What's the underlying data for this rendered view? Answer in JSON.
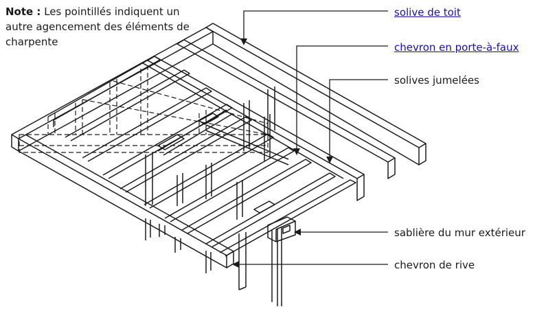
{
  "note": {
    "heading": "Note :",
    "text": "Les pointillés indiquent un autre agencement des éléments de charpente"
  },
  "labels": [
    {
      "text": "solive de toit",
      "link": true
    },
    {
      "text": "chevron en porte-à-faux",
      "link": true
    },
    {
      "text": "solives jumelées",
      "link": false
    },
    {
      "text": "sablière du mur extérieur",
      "link": false
    },
    {
      "text": "chevron de rive",
      "link": false
    }
  ],
  "colors": {
    "line": "#1a1a1a",
    "link": "#1a0dab"
  }
}
